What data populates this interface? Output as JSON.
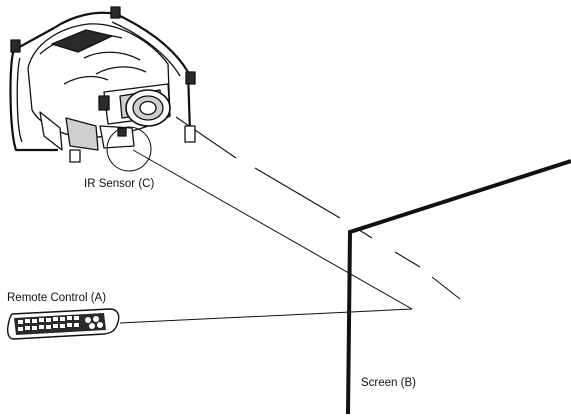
{
  "labels": {
    "ir_sensor": "IR Sensor (C)",
    "remote_control": "Remote Control (A)",
    "screen": "Screen (B)"
  },
  "colors": {
    "line": "#111111",
    "body_fill": "#ffffff",
    "shade": "#cfcfcf",
    "dark": "#2a2a2a"
  }
}
